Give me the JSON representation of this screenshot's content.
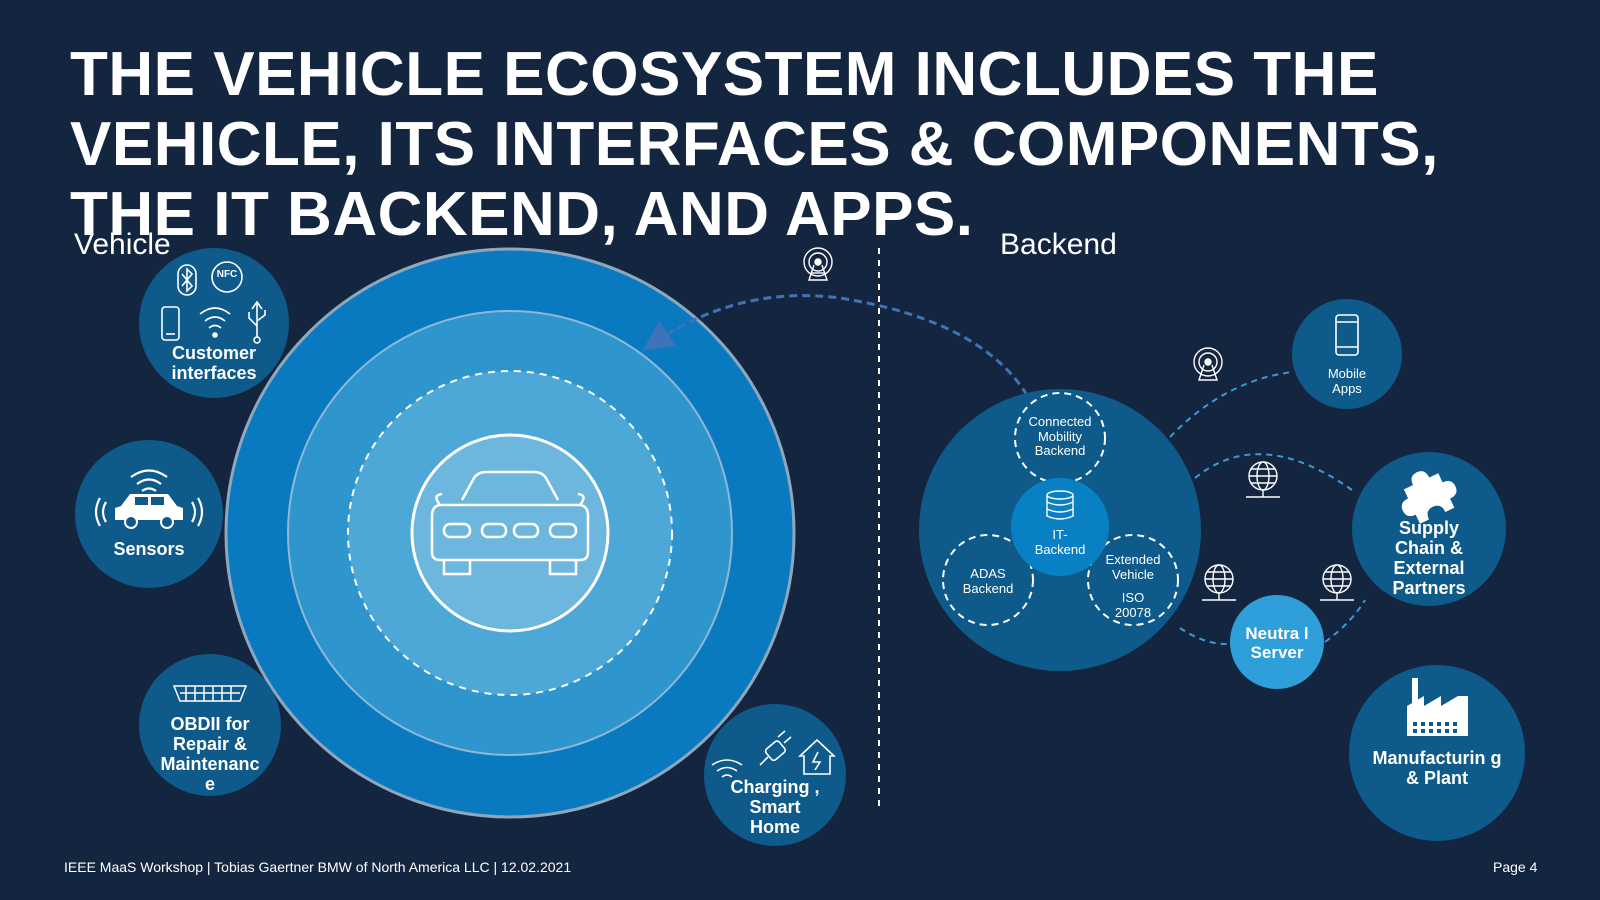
{
  "title": "THE VEHICLE ECOSYSTEM INCLUDES THE VEHICLE, ITS INTERFACES & COMPONENTS, THE IT BACKEND, AND APPS.",
  "sections": {
    "vehicle": "Vehicle",
    "backend": "Backend"
  },
  "vehicle_nodes": {
    "customer_interfaces": "Customer interfaces",
    "nfc_badge": "NFC",
    "sensors": "Sensors",
    "obd": "OBDII for Repair & Maintenanc e",
    "charging": "Charging , Smart Home"
  },
  "backend_nodes": {
    "connected_mobility": "Connected Mobility Backend",
    "it_backend": "IT- Backend",
    "adas": "ADAS Backend",
    "extended_vehicle": "Extended Vehicle",
    "iso": "ISO 20078",
    "neutral_server": "Neutra l Server",
    "mobile_apps": "Mobile Apps",
    "supply_chain": "Supply Chain & External Partners",
    "manufacturing": "Manufacturin g & Plant"
  },
  "footer": {
    "left": "IEEE MaaS Workshop | Tobias Gaertner BMW of North America LLC | 12.02.2021",
    "right": "Page 4"
  },
  "colors": {
    "background": "#14263f",
    "ring_outer": "#0a7ac0",
    "ring_middle": "#2e95cd",
    "ring_inner": "#4da8d8",
    "core": "#6db7de",
    "node_dark": "#0e5a8a",
    "node_light": "#2e9fd8",
    "it_core": "#0a80c4"
  },
  "icons": [
    "bluetooth-icon",
    "nfc-icon",
    "phone-icon",
    "wifi-icon",
    "usb-icon",
    "car-icon",
    "antenna-icon",
    "globe-icon",
    "puzzle-icon",
    "factory-icon",
    "database-icon",
    "plug-icon",
    "home-icon",
    "obd-connector-icon"
  ]
}
